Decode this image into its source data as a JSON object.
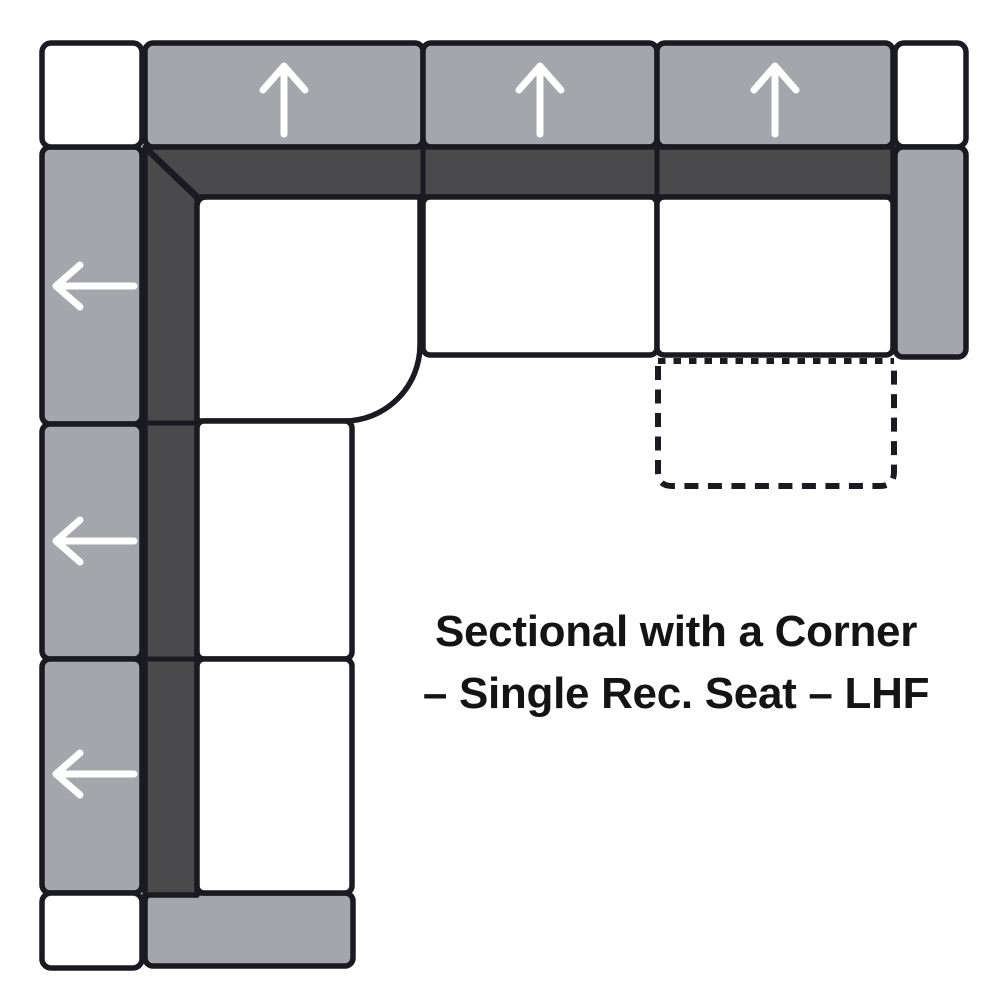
{
  "caption": {
    "line1": "Sectional with a Corner",
    "line2": "– Single Rec. Seat – LHF"
  },
  "colors": {
    "panel_gray": "#a4a6ab",
    "cushion_dark": "#4a4a4d",
    "outline": "#1a1a20",
    "seat_white": "#ffffff",
    "arrow_white": "#ffffff",
    "caption_text": "#141414",
    "background": "#ffffff"
  },
  "diagram": {
    "top_back_panels": [
      {
        "icon": "up-arrow-icon",
        "facing": "up"
      },
      {
        "icon": "up-arrow-icon",
        "facing": "up"
      },
      {
        "icon": "up-arrow-icon",
        "facing": "up"
      }
    ],
    "left_back_panels": [
      {
        "icon": "left-arrow-icon",
        "facing": "left"
      },
      {
        "icon": "left-arrow-icon",
        "facing": "left"
      },
      {
        "icon": "left-arrow-icon",
        "facing": "left"
      }
    ],
    "corner_blocks": [
      "top-left",
      "top-right",
      "bottom-left"
    ],
    "armrests": [
      "right-end",
      "bottom-end"
    ],
    "seats": [
      "corner-seat",
      "seat-top-middle",
      "seat-top-right",
      "seat-left-middle",
      "seat-left-bottom"
    ],
    "recliner_footprint_style": "dashed-outline"
  }
}
